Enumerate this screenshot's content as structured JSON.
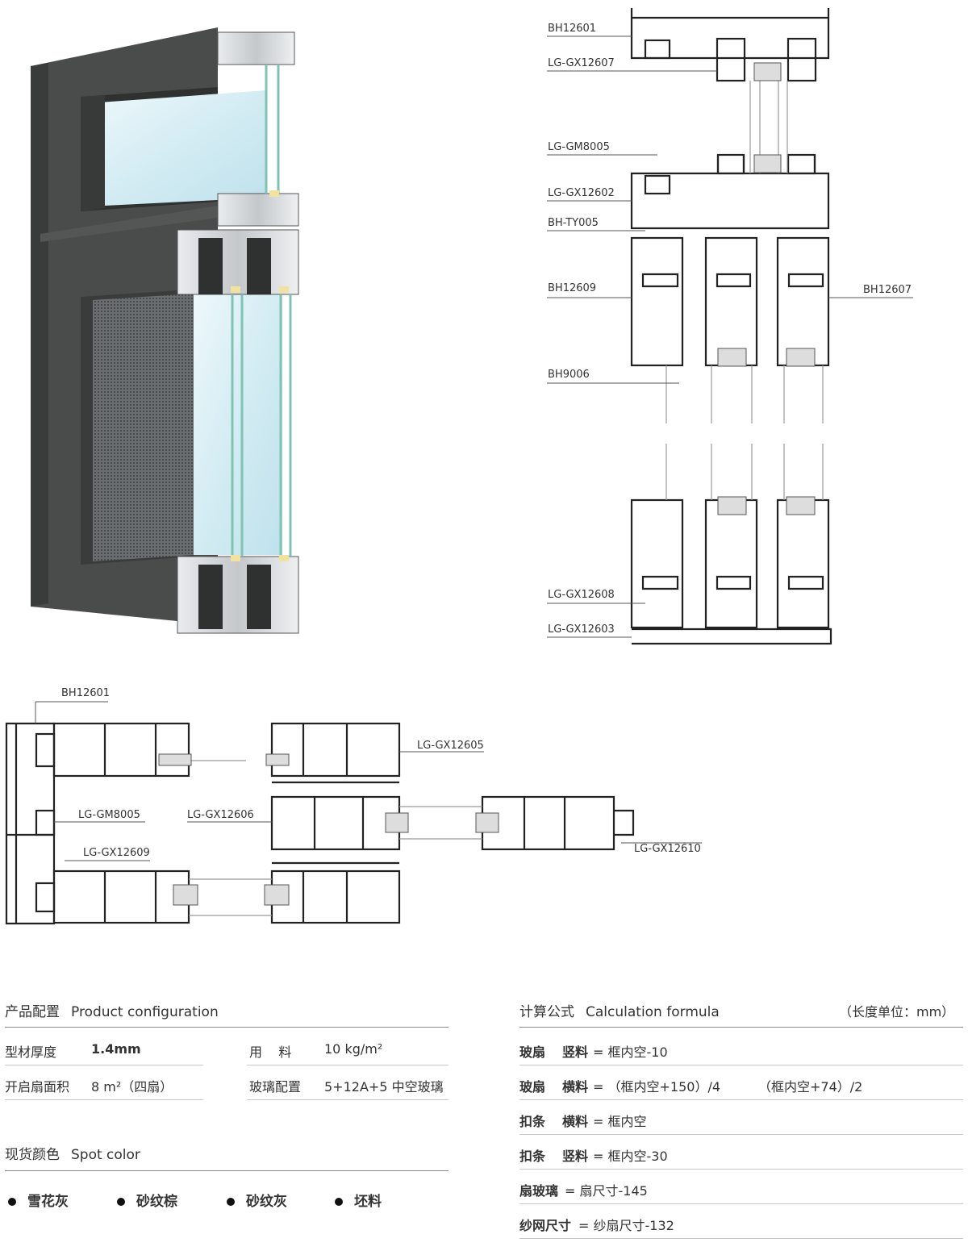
{
  "section_labels": {
    "elevation": [
      "BH12601",
      "LG-GX12607",
      "LG-GM8005",
      "LG-GX12602",
      "BH-TY005",
      "BH12609",
      "BH12607",
      "BH9006",
      "LG-GX12608",
      "LG-GX12603"
    ],
    "plan": [
      "BH12601",
      "LG-GX12605",
      "LG-GM8005",
      "LG-GX12606",
      "LG-GX12609",
      "LG-GX12610"
    ]
  },
  "config": {
    "title_cn": "产品配置",
    "title_en": "Product configuration",
    "thickness_label": "型材厚度",
    "thickness_value": "1.4mm",
    "usage_label": "用    料",
    "usage_value": "10 kg/m²",
    "area_label": "开启扇面积",
    "area_value": "8 m²（四扇）",
    "glass_label": "玻璃配置",
    "glass_value": "5+12A+5 中空玻璃"
  },
  "colors": {
    "title_cn": "现货颜色",
    "title_en": "Spot color",
    "items": [
      "雪花灰",
      "砂纹棕",
      "砂纹灰",
      "坯料"
    ]
  },
  "formula": {
    "title_cn": "计算公式",
    "title_en": "Calculation formula",
    "unit": "（长度单位：mm）",
    "rows": [
      {
        "a": "玻扇",
        "b": "竖料",
        "c": "= 框内空-10",
        "d": ""
      },
      {
        "a": "玻扇",
        "b": "横料",
        "c": "= （框内空+150）/4",
        "d": "（框内空+74）/2"
      },
      {
        "a": "扣条",
        "b": "横料",
        "c": "= 框内空",
        "d": ""
      },
      {
        "a": "扣条",
        "b": "竖料",
        "c": "= 框内空-30",
        "d": ""
      },
      {
        "a": "扇玻璃",
        "b": "",
        "c": "= 扇尺寸-145",
        "d": ""
      },
      {
        "a": "纱网尺寸",
        "b": "",
        "c": "= 纱扇尺寸-132",
        "d": ""
      }
    ]
  }
}
